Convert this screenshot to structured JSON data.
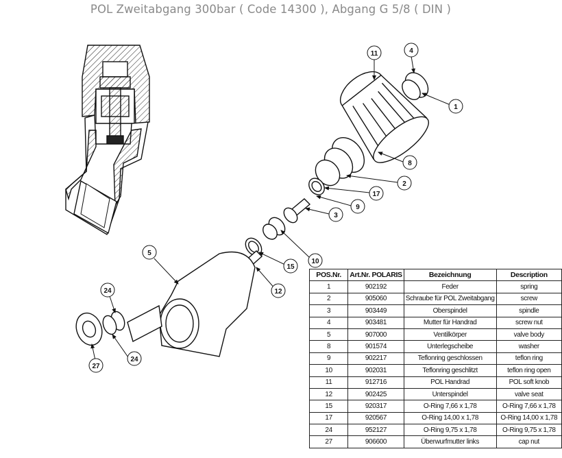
{
  "title": "POL Zweitabgang  300bar ( Code 14300 ), Abgang G 5/8 ( DIN )",
  "callouts": {
    "c11": "11",
    "c4": "4",
    "c1": "1",
    "c8": "8",
    "c2": "2",
    "c17": "17",
    "c9": "9",
    "c3": "3",
    "c10": "10",
    "c5": "5",
    "c15": "15",
    "c12": "12",
    "c24a": "24",
    "c24b": "24",
    "c27": "27"
  },
  "table": {
    "headers": [
      "POS.Nr.",
      "Art.Nr. POLARIS",
      "Bezeichnung",
      "Description"
    ],
    "rows": [
      [
        "1",
        "902192",
        "Feder",
        "spring"
      ],
      [
        "2",
        "905060",
        "Schraube für POL Zweitabgang",
        "screw"
      ],
      [
        "3",
        "903449",
        "Oberspindel",
        "spindle"
      ],
      [
        "4",
        "903481",
        "Mutter für Handrad",
        "screw nut"
      ],
      [
        "5",
        "907000",
        "Ventilkörper",
        "valve body"
      ],
      [
        "8",
        "901574",
        "Unterlegscheibe",
        "washer"
      ],
      [
        "9",
        "902217",
        "Teflonring geschlossen",
        "teflon ring"
      ],
      [
        "10",
        "902031",
        "Teflonring geschlitzt",
        "teflon ring open"
      ],
      [
        "11",
        "912716",
        "POL Handrad",
        "POL soft knob"
      ],
      [
        "12",
        "902425",
        "Unterspindel",
        "valve seat"
      ],
      [
        "15",
        "920317",
        "O-Ring 7,66 x 1,78",
        "O-Ring 7,66 x 1,78"
      ],
      [
        "17",
        "920567",
        "O-Ring 14,00 x 1,78",
        "O-Ring 14,00 x 1,78"
      ],
      [
        "24",
        "952127",
        "O-Ring 9,75 x 1,78",
        "O-Ring 9,75 x 1,78"
      ],
      [
        "27",
        "906600",
        "Überwurfmutter links",
        "cap nut"
      ]
    ]
  }
}
